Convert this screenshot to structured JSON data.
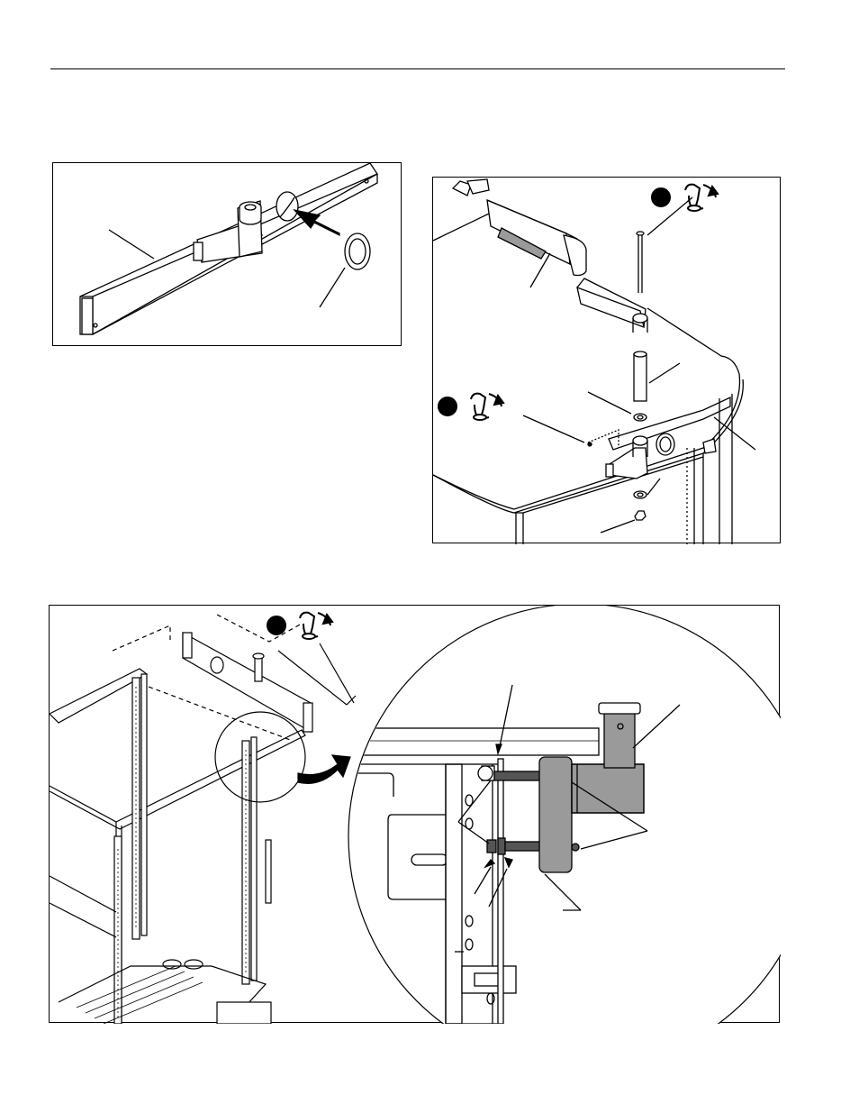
{
  "page": {
    "header_rule": true
  },
  "figures": [
    {
      "id": "fig1",
      "subject": "bracket",
      "icons": [
        "arrow-icon"
      ]
    },
    {
      "id": "fig2",
      "subject": "arm",
      "icons": [
        "rotate-tool-icon",
        "rotate-tool-icon"
      ]
    },
    {
      "id": "fig3",
      "subject": "frame",
      "icons": [
        "rotate-tool-icon",
        "curved-arrow-icon"
      ]
    }
  ],
  "colors": {
    "line": "#000000",
    "fill": "#ffffff",
    "shade": "#9a9a9a",
    "dark": "#555555"
  }
}
